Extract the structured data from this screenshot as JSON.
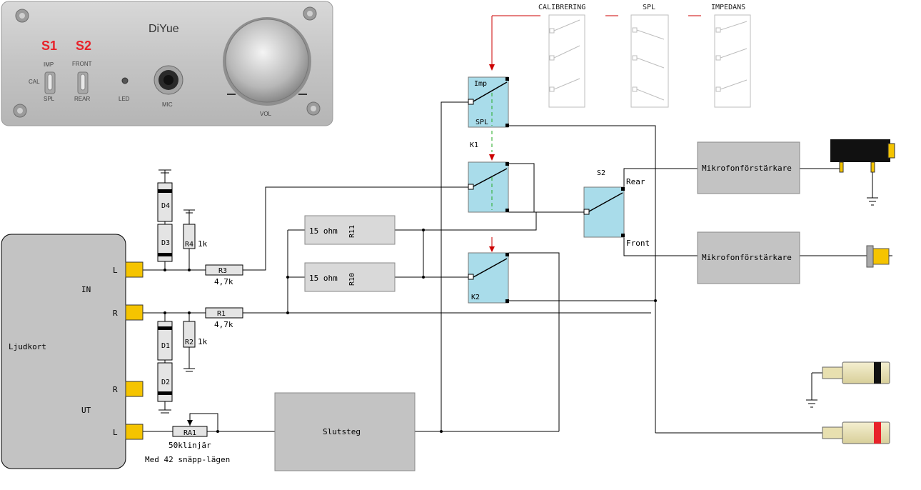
{
  "panel": {
    "brand": "DiYue",
    "s1": "S1",
    "s2": "S2",
    "imp": "IMP",
    "cal": "CAL",
    "spl": "SPL",
    "front": "FRONT",
    "rear": "REAR",
    "led": "LED",
    "mic": "MIC",
    "vol": "VOL"
  },
  "calibration": {
    "calibrering": "CALIBRERING",
    "spl": "SPL",
    "impedans": "IMPEDANS"
  },
  "soundcard": {
    "name": "Ljudkort",
    "in": "IN",
    "out": "UT",
    "l_in": "L",
    "r_in": "R",
    "r_out": "R",
    "l_out": "L"
  },
  "components": {
    "d4": "D4",
    "d3": "D3",
    "d1": "D1",
    "d2": "D2",
    "r4": "R4",
    "r4_value": "1k",
    "r2": "R2",
    "r2_value": "1k",
    "r3": "R3",
    "r3_value": "4,7k",
    "r1": "R1",
    "r1_value": "4,7k",
    "r11_value": "15 ohm",
    "r11": "R11",
    "r10_value": "15 ohm",
    "r10": "R10",
    "ra1": "RA1",
    "ra1_value": "50klinjär",
    "ra1_note": "Med 42 snäpp-lägen"
  },
  "relays": {
    "k_top_imp": "Imp",
    "k_top_spl": "SPL",
    "k1": "K1",
    "k2": "K2"
  },
  "switch": {
    "s2": "S2",
    "rear": "Rear",
    "front": "Front"
  },
  "blocks": {
    "amp_top": "Mikrofonförstärkare",
    "amp_bottom": "Mikrofonförstärkare",
    "slutsteg": "Slutsteg"
  },
  "colors": {
    "relay_fill": "#a9dcea",
    "block_fill": "#c3c3c3",
    "resistor_fill": "#d9d9d9",
    "jack_yellow": "#f5c400",
    "red_arrow": "#cc0000",
    "red_text": "#e8222a"
  }
}
